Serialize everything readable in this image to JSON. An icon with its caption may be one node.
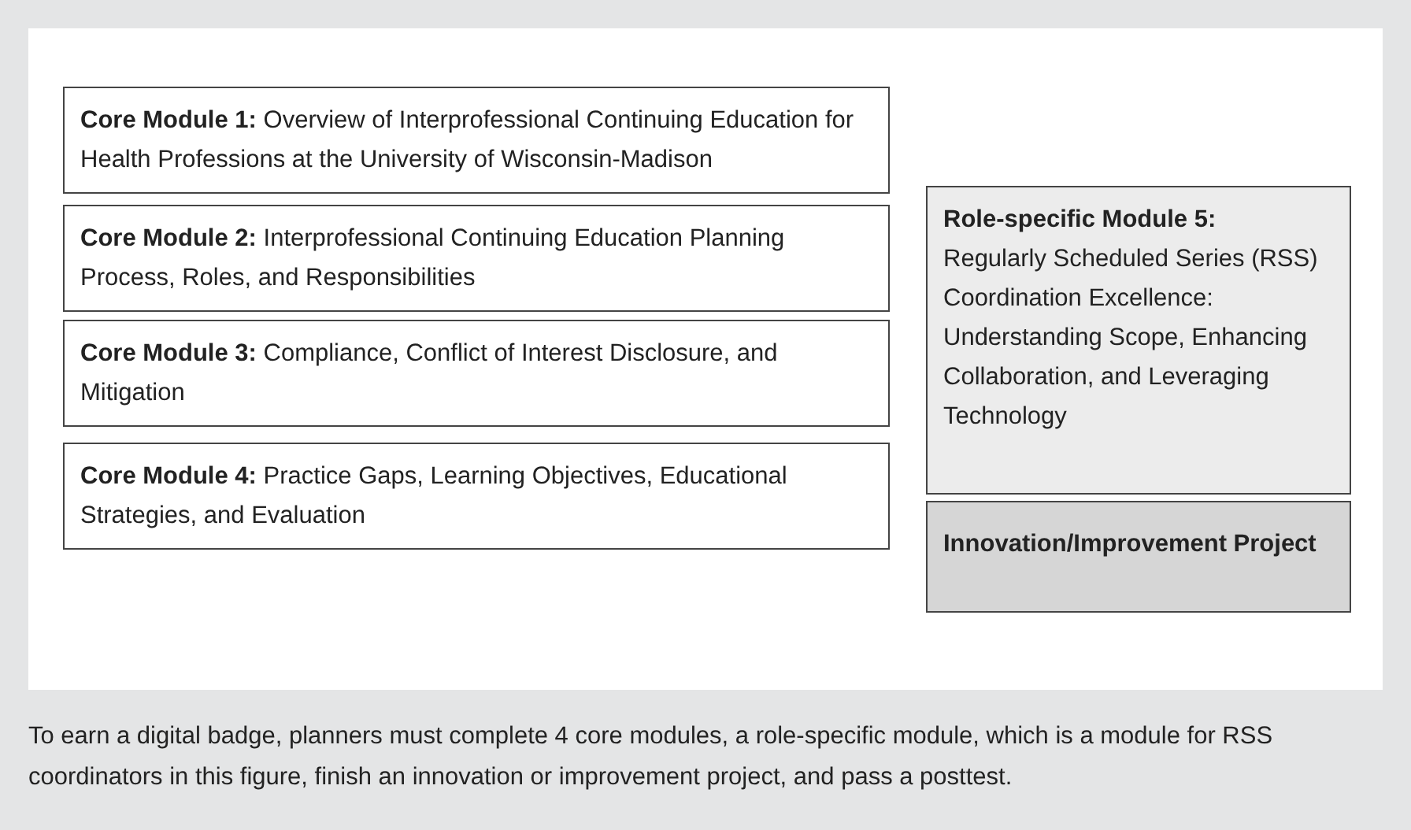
{
  "diagram": {
    "caption": "To earn a digital badge, planners must complete 4 core modules, a role-specific module, which is a module for RSS coordinators in this figure, finish an innovation or improvement project, and pass a posttest.",
    "nodes": [
      {
        "text": [
          "Core Module 1:",
          "Overview of Interprofessional Continuing Education for Health Professions at the University of Wisconsin-Madison"
        ]
      },
      {
        "text": [
          "Core Module 2:",
          "Interprofessional Continuing Education Planning Process, Roles, and Responsibilities"
        ]
      },
      {
        "text": [
          "Core Module 3:",
          "Compliance, Conflict of Interest Disclosure, and Mitigation"
        ]
      },
      {
        "text": [
          "Core Module 4:",
          "Practice Gaps, Learning Objectives, Educational Strategies, and Evaluation"
        ]
      },
      {
        "text": [
          "Role-specific Module 5:",
          "Regularly Scheduled Series (RSS) Coordination Excellence: Understanding Scope, Enhancing Collaboration, and Leveraging Technology"
        ]
      },
      {
        "text": [
          "Innovation/Improvement Project"
        ]
      }
    ],
    "edges": []
  }
}
